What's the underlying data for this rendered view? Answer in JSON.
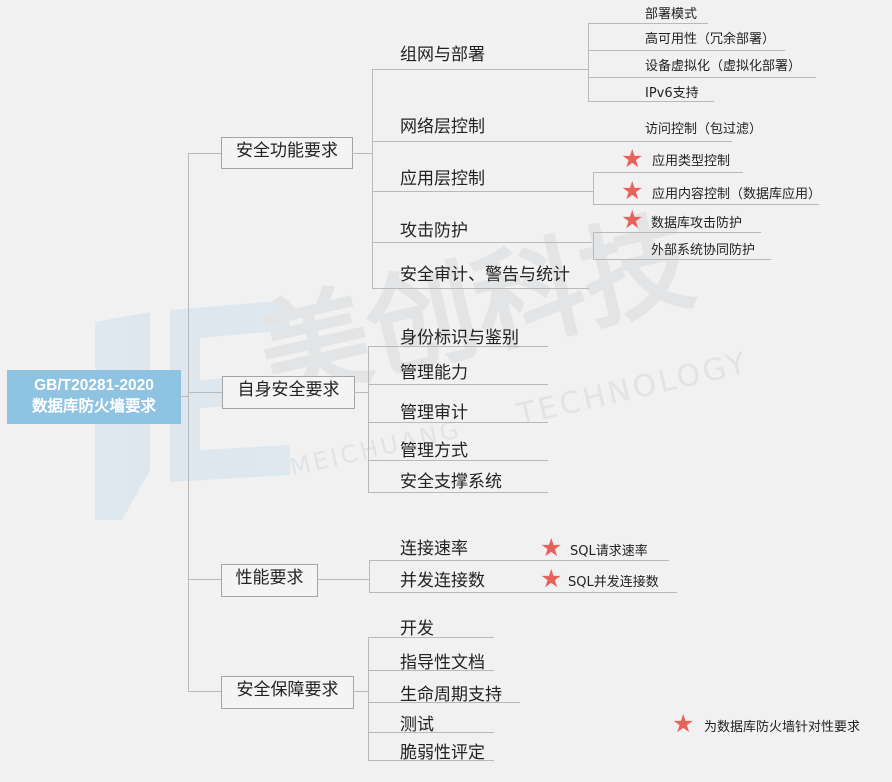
{
  "watermark": {
    "cn": "美创科技",
    "en_top": "TECHNOLOGY",
    "en_bottom": "MEICHUANG"
  },
  "root": {
    "line1": "GB/T20281-2020",
    "line2": "数据库防火墙要求"
  },
  "branches": [
    {
      "label": "安全功能要求",
      "children": [
        {
          "label": "组网与部署",
          "items": [
            {
              "text": "部署模式",
              "star": false
            },
            {
              "text": "高可用性（冗余部署）",
              "star": false
            },
            {
              "text": "设备虚拟化（虚拟化部署）",
              "star": false
            },
            {
              "text": "IPv6支持",
              "star": false
            }
          ]
        },
        {
          "label": "网络层控制",
          "items": [
            {
              "text": "访问控制（包过滤）",
              "star": false
            }
          ]
        },
        {
          "label": "应用层控制",
          "items": [
            {
              "text": "应用类型控制",
              "star": true
            },
            {
              "text": "应用内容控制（数据库应用）",
              "star": true
            }
          ]
        },
        {
          "label": "攻击防护",
          "items": [
            {
              "text": "数据库攻击防护",
              "star": true
            },
            {
              "text": "外部系统协同防护",
              "star": false
            }
          ]
        },
        {
          "label": "安全审计、警告与统计",
          "items": []
        }
      ]
    },
    {
      "label": "自身安全要求",
      "children": [
        {
          "label": "身份标识与鉴别"
        },
        {
          "label": "管理能力"
        },
        {
          "label": "管理审计"
        },
        {
          "label": "管理方式"
        },
        {
          "label": "安全支撑系统"
        }
      ]
    },
    {
      "label": "性能要求",
      "children": [
        {
          "label": "连接速率",
          "items": [
            {
              "text": "SQL请求速率",
              "star": true
            }
          ]
        },
        {
          "label": "并发连接数",
          "items": [
            {
              "text": "SQL并发连接数",
              "star": true
            }
          ]
        }
      ]
    },
    {
      "label": "安全保障要求",
      "children": [
        {
          "label": "开发"
        },
        {
          "label": "指导性文档"
        },
        {
          "label": "生命周期支持"
        },
        {
          "label": "测试"
        },
        {
          "label": "脆弱性评定"
        }
      ]
    }
  ],
  "legend": {
    "text": "为数据库防火墙针对性要求"
  },
  "colors": {
    "root_bg": "#8fc3e2",
    "star": "#e8625c",
    "line": "#b9b9b9"
  }
}
